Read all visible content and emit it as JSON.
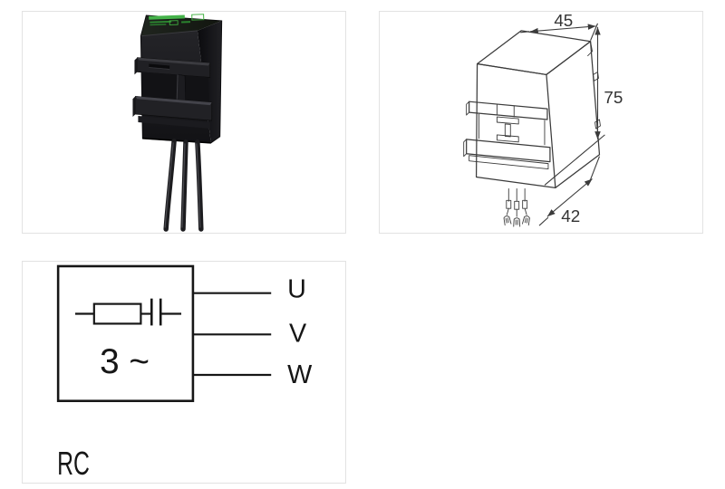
{
  "page": {
    "background": "#ffffff",
    "panel_border_color": "#e2e2e2"
  },
  "photo_panel": {
    "subject": "black RC suppressor module with three leads",
    "body_color": "#1a1a1d",
    "print_color": "#3fae3f"
  },
  "drawing_panel": {
    "dim_top_width": "45",
    "dim_height": "75",
    "dim_bottom_depth": "42",
    "line_color": "#3b3b3b"
  },
  "circuit_panel": {
    "phase_label": "3 ~",
    "terminals": [
      {
        "label": "U"
      },
      {
        "label": "V"
      },
      {
        "label": "W"
      }
    ],
    "type_caption": "RC",
    "line_color": "#161616"
  }
}
